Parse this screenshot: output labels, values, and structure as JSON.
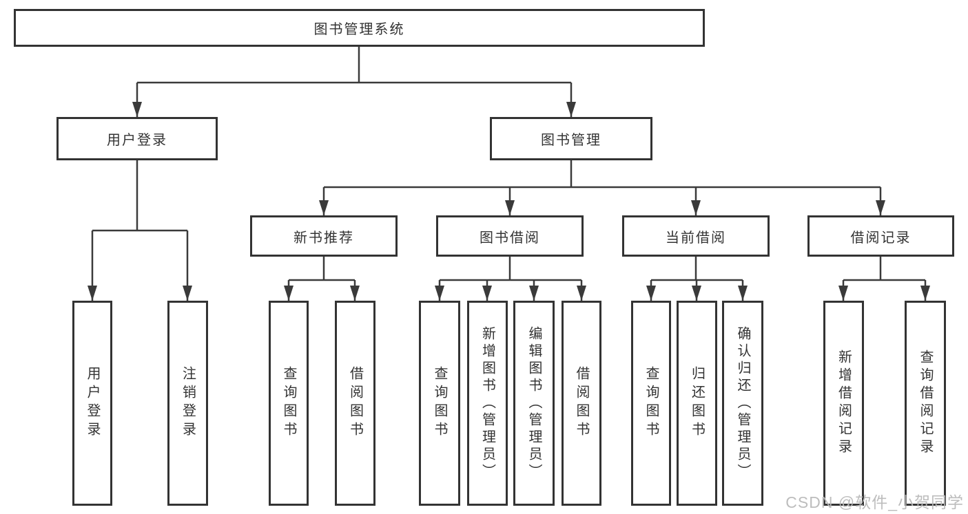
{
  "diagram": {
    "root_label": "图书管理系统",
    "user_login": {
      "label": "用户登录",
      "children": [
        {
          "label": "用户登录"
        },
        {
          "label": "注销登录"
        }
      ]
    },
    "book_management": {
      "label": "图书管理",
      "sections": [
        {
          "label": "新书推荐",
          "children": [
            {
              "label": "查询图书"
            },
            {
              "label": "借阅图书"
            }
          ]
        },
        {
          "label": "图书借阅",
          "children": [
            {
              "label": "查询图书"
            },
            {
              "label": "新增图书（管理员）"
            },
            {
              "label": "编辑图书（管理员）"
            },
            {
              "label": "借阅图书"
            }
          ]
        },
        {
          "label": "当前借阅",
          "children": [
            {
              "label": "查询图书"
            },
            {
              "label": "归还图书"
            },
            {
              "label": "确认归还（管理员）"
            }
          ]
        },
        {
          "label": "借阅记录",
          "children": [
            {
              "label": "新增借阅记录"
            },
            {
              "label": "查询借阅记录"
            }
          ]
        }
      ]
    }
  },
  "watermark": "CSDN @软件_小贺同学",
  "colors": {
    "line": "#3a3a3a",
    "border": "#333333",
    "text": "#333333",
    "watermark": "#b9b9b9"
  }
}
